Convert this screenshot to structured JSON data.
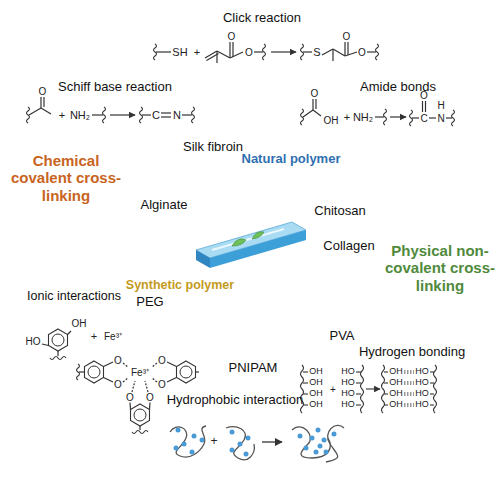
{
  "diagram": {
    "nodes": [
      {
        "text": [
          "Click reaction",
          "Schiff base reaction",
          "Amide bonds",
          "Chemical covalent cross-linking"
        ]
      },
      {
        "text": [
          "Physical non-covalent cross-linking",
          "Ionic interactions",
          "Hydrogen bonding",
          "Hydrophobic interaction"
        ]
      },
      {
        "text": [
          "Natural polymer",
          "Silk fibroin",
          "Alginate",
          "Chitosan",
          "Collagen"
        ]
      },
      {
        "text": [
          "Synthetic polymer",
          "PEG",
          "PVA",
          "PNIPAM"
        ]
      }
    ],
    "labels": [
      "SH",
      "+",
      "O",
      "O",
      "S",
      "O",
      "O",
      "O",
      "+",
      "NH₂",
      "C",
      "N",
      "O",
      "OH",
      "+",
      "NH₂",
      "O",
      "C",
      "N",
      "H",
      "OH",
      "HO",
      "+",
      "Fe³⁺",
      "Fe³⁺",
      "O",
      "O",
      "O",
      "O",
      "O",
      "O",
      "OH",
      "OH",
      "OH",
      "OH",
      "+",
      "HO",
      "HO",
      "HO",
      "HO",
      "OH",
      "OH",
      "OH",
      "OH",
      "HO",
      "HO",
      "HO",
      "HO",
      "+"
    ]
  }
}
